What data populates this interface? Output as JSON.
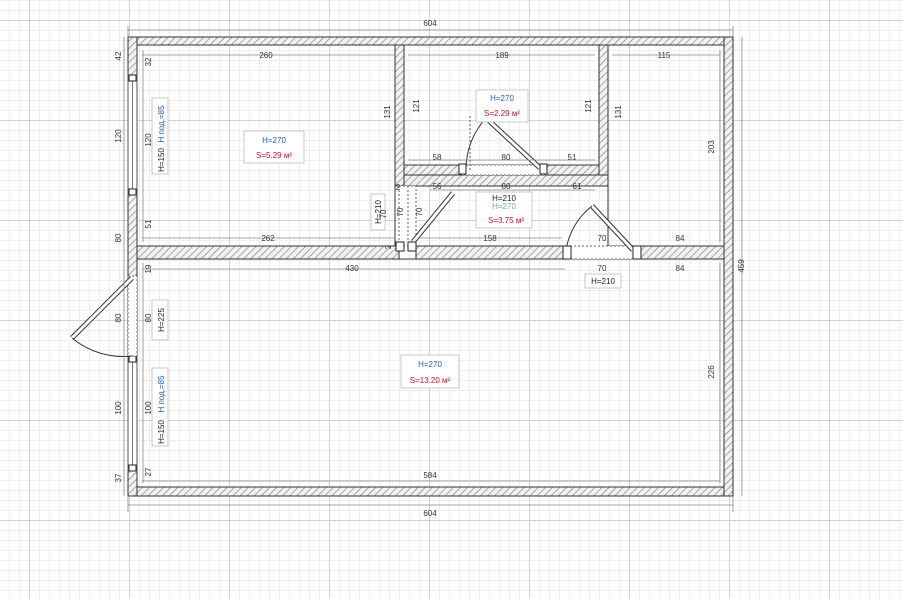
{
  "overall": {
    "top_width": "604",
    "bottom_width": "604",
    "right_height": "459"
  },
  "room_top_left": {
    "height_label": "H=270",
    "area_label": "S=5.29 м²",
    "dims": {
      "top": "260",
      "bottom": "262",
      "right": "131",
      "left_a": "32",
      "left_b": "120",
      "left_c": "51"
    }
  },
  "room_bath": {
    "height_label": "H=270",
    "area_label": "S=2.29 м²",
    "dims": {
      "top": "189",
      "left": "121",
      "right": "121",
      "bottom_a": "58",
      "bottom_b": "80",
      "bottom_c": "51"
    }
  },
  "room_top_right": {
    "dims": {
      "top": "115",
      "left": "131",
      "right": "203"
    }
  },
  "hall": {
    "height_label": "H=270",
    "area_label": "S=3.75 м²",
    "door_label": "H=210",
    "dims": {
      "top_a": "56",
      "top_b": "80",
      "top_c": "61",
      "bottom": "158",
      "left": "70",
      "door": "70"
    }
  },
  "room_main": {
    "height_label": "H=270",
    "area_label": "S=13.20 м²",
    "dims": {
      "top": "430",
      "bottom": "584",
      "right": "226",
      "left_a": "19",
      "left_b": "80",
      "left_c": "100",
      "left_d": "27"
    }
  },
  "outer_left": {
    "a": "42",
    "b": "120",
    "c": "80",
    "d": "80",
    "e": "100",
    "f": "37"
  },
  "right_door": {
    "width": "70",
    "side": "84",
    "side_bottom": "84",
    "height_label": "H=210"
  },
  "windows": {
    "top_left": {
      "sill_label": "H под.=85",
      "height_label": "H=150"
    },
    "bottom_left": {
      "sill_label": "H под.=85",
      "height_label": "H=150"
    }
  },
  "entrance_door": {
    "height_label": "H=225"
  },
  "inner_door_left": {
    "height_label": "H=210",
    "width": "70"
  },
  "small_marks": {
    "a": "2",
    "b": "2"
  }
}
